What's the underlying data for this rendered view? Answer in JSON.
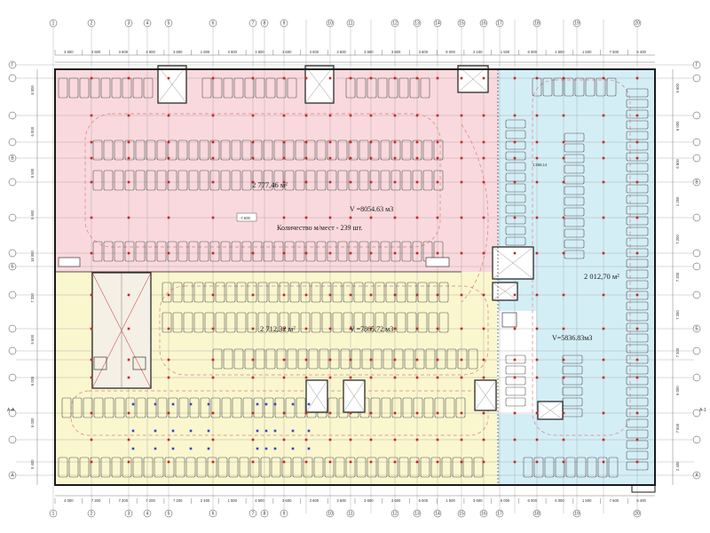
{
  "zones": {
    "pink": {
      "color": "#f9d9de",
      "area": "2 777,46 м²",
      "volume": "V =8054.63 м3",
      "places": "Количество м/мест - 239 шт."
    },
    "yellow": {
      "color": "#faf7cf",
      "area": "2 712,32 м²",
      "volume": "V =7865.72 м3"
    },
    "blue": {
      "color": "#d4eef6",
      "area": "2 012,70 м²",
      "volume": "V=5836.83м3"
    }
  },
  "level_mark": "-7.600",
  "note_mark": "1.558,14",
  "colors": {
    "wall": "#1a1a1a",
    "car": "#555555",
    "grid": "#9a9a9a",
    "column": "#cc2222",
    "route": "#d98080",
    "accent_blue": "#3344cc"
  },
  "section_marks": {
    "left": "А-А",
    "right": "А-1"
  },
  "top_dimensions": [
    "3 600",
    "3 600",
    "3 600",
    "3 600",
    "3 600",
    "1 800",
    "3 600",
    "3 600",
    "3 600",
    "3 600",
    "3 600",
    "3 600",
    "3 600",
    "3 600",
    "8 000",
    "2 100",
    "1 500",
    "6 000",
    "1 500",
    "1 500",
    "7 500",
    "5 400"
  ],
  "bottom_dimensions": [
    "4 000",
    "7 200",
    "7 200",
    "7 200",
    "7 200",
    "2 400",
    "1 500",
    "4 500",
    "3 600",
    "3 600",
    "3 600",
    "3 600",
    "3 600",
    "6 000",
    "1 500",
    "3 600",
    "6 000",
    "6 000",
    "6 000",
    "1 500",
    "7 500",
    "5 400"
  ],
  "left_dimensions": [
    "8 000",
    "6 000",
    "5 500",
    "5 600",
    "18 000",
    "7 200",
    "5 600",
    "6 000",
    "6 000",
    "5 400"
  ],
  "right_dimensions": [
    "5 600",
    "6 000",
    "6 800",
    "1 250",
    "7 200",
    "7 200",
    "7 200",
    "7 200",
    "6 000",
    "7 500",
    "2 400"
  ],
  "top_axes": [
    "1",
    "2",
    "3",
    "4",
    "5",
    "6",
    "7",
    "8",
    "9",
    "10",
    "11",
    "12",
    "13",
    "14",
    "15",
    "16",
    "17",
    "18",
    "19",
    "20"
  ],
  "bottom_axes": [
    "1",
    "2",
    "3",
    "4",
    "5",
    "6",
    "7",
    "8",
    "9",
    "10",
    "11",
    "12",
    "13",
    "14",
    "15",
    "16",
    "17",
    "18",
    "19",
    "20"
  ],
  "left_axes": [
    "Г",
    "",
    "",
    "",
    "В",
    "",
    "",
    "",
    "Б",
    "",
    "",
    "",
    "",
    "",
    "",
    "А"
  ],
  "right_axes": [
    "Г",
    "",
    "",
    "",
    "",
    "В",
    "",
    "",
    "",
    "",
    "Б",
    "",
    "",
    "",
    "",
    "А"
  ]
}
